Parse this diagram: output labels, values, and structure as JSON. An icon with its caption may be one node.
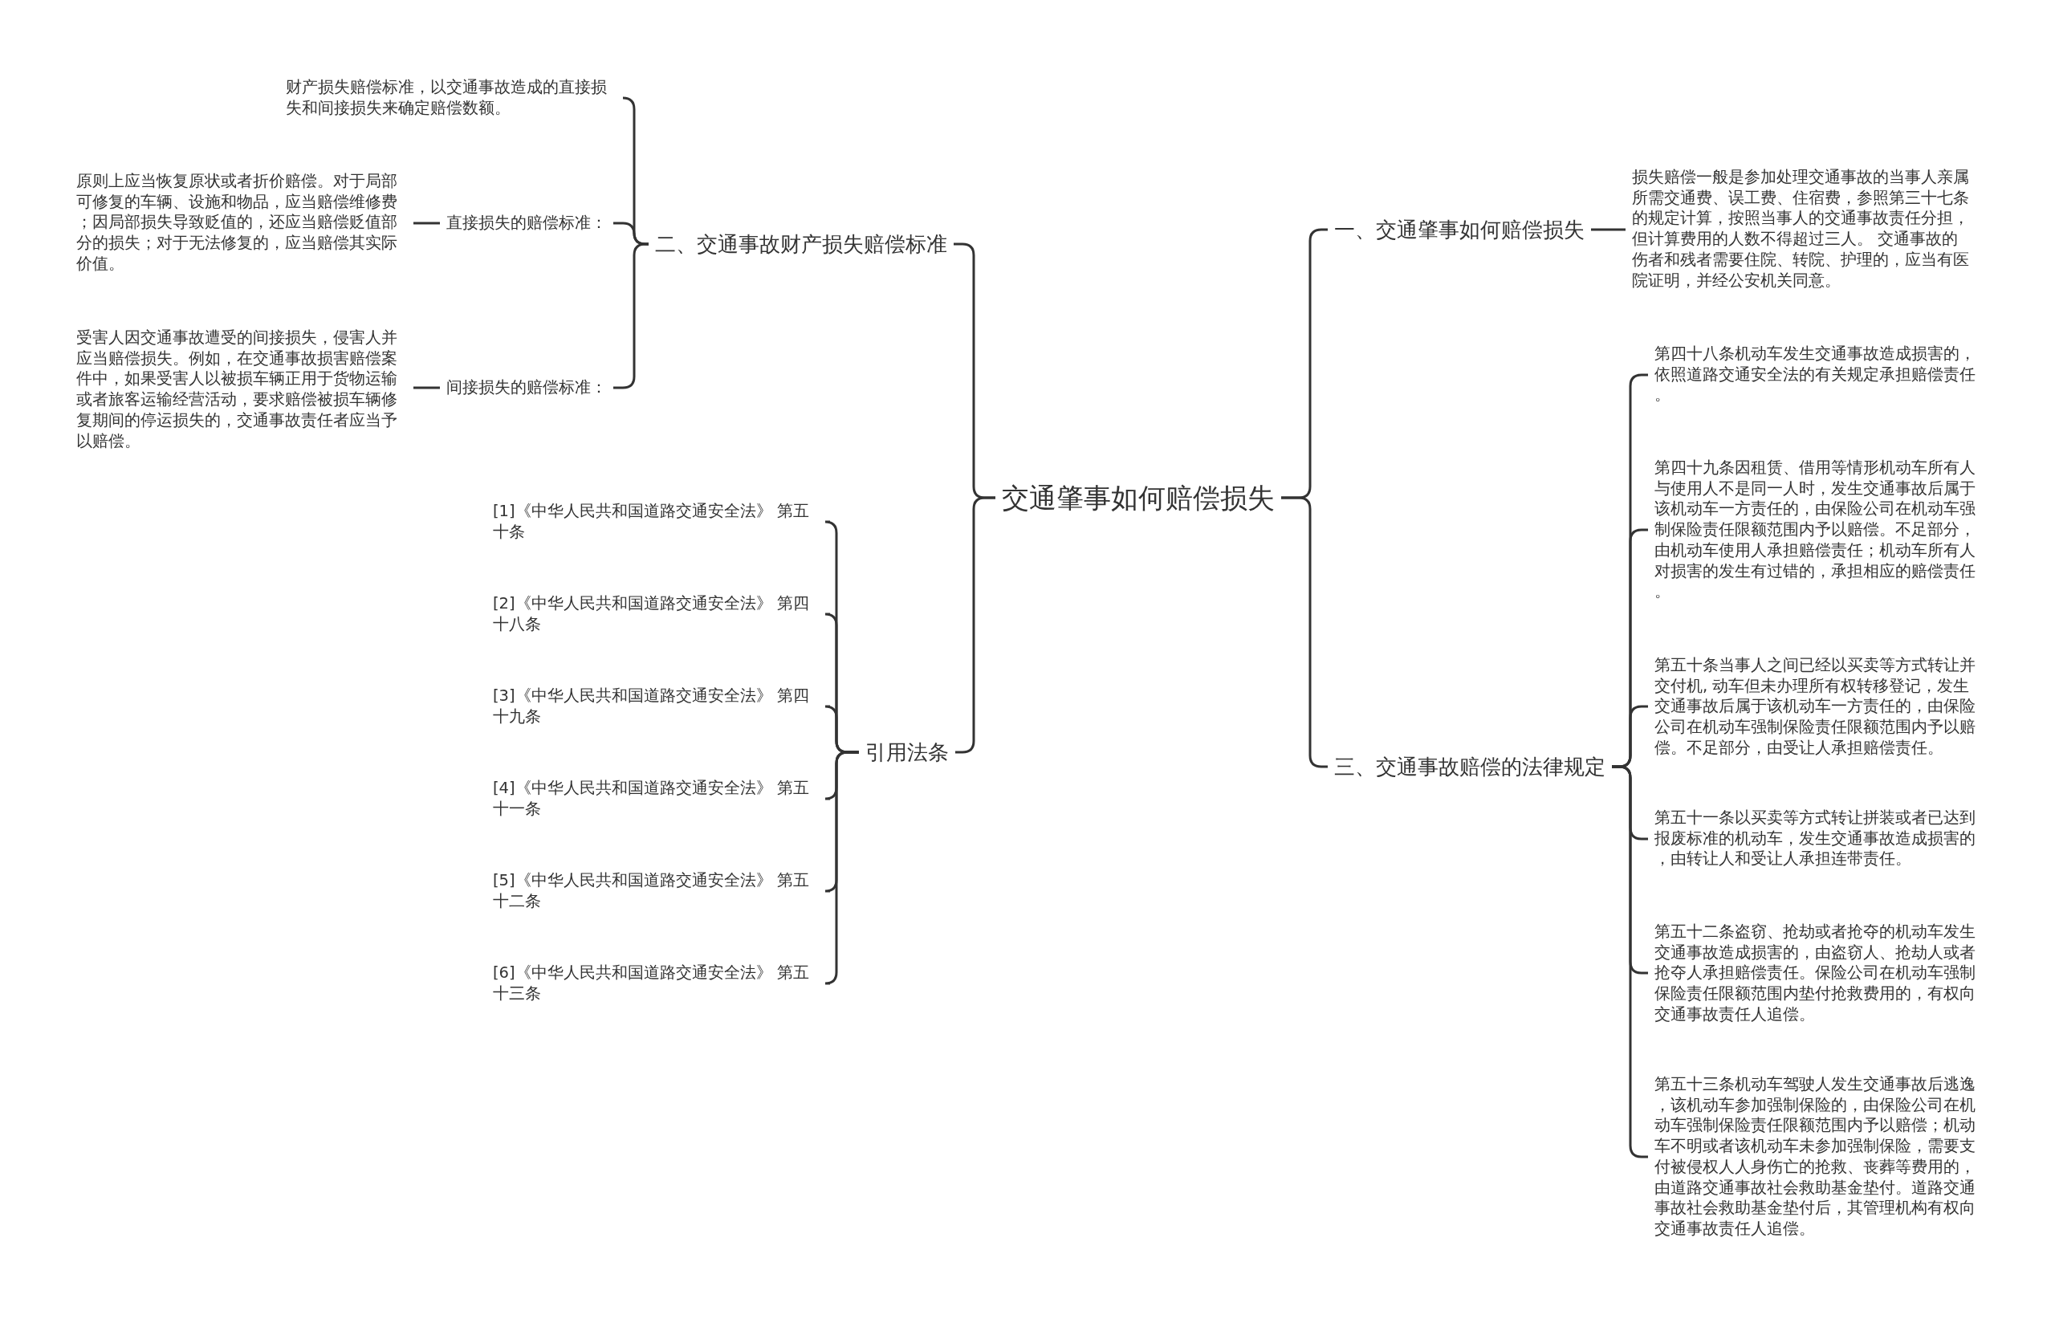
{
  "diagram": {
    "nodes": [
      {
        "text": [
          "交通肇事如何赔偿损失"
        ]
      },
      {
        "text": [
          "一、交通肇事如何赔偿损失"
        ]
      },
      {
        "text": [
          "损失赔偿一般是参加处理交通事故的当事人亲属所需交通费、误工费、住宿费，参照第三十七条的规定计算，按照当事人的交通事故责任分担，但计算费用的人数不得超过三人。 交通事故的伤者和残者需要住院、转院、护理的，应当有医院证明，并经公安机关同意。"
        ]
      },
      {
        "text": [
          "三、交通事故赔偿的法律规定"
        ]
      },
      {
        "text": [
          "第四十八条机动车发生交通事故造成损害的，依照道路交通安全法的有关规定承担赔偿责任。"
        ]
      },
      {
        "text": [
          "第四十九条因租赁、借用等情形机动车所有人与使用人不是同一人时，发生交通事故后属于该机动车一方责任的，由保险公司在机动车强制保险责任限额范围内予以赔偿。不足部分，由机动车使用人承担赔偿责任；机动车所有人对损害的发生有过错的，承担相应的赔偿责任。"
        ]
      },
      {
        "text": [
          "第五十条当事人之间已经以买卖等方式转让并交付机, 动车但未办理所有权转移登记，发生交通事故后属于该机动车一方责任的，由保险公司在机动车强制保险责任限额范围内予以赔偿。不足部分，由受让人承担赔偿责任。"
        ]
      },
      {
        "text": [
          "第五十一条以买卖等方式转让拼装或者已达到报废标准的机动车，发生交通事故造成损害的，由转让人和受让人承担连带责任。"
        ]
      },
      {
        "text": [
          "第五十二条盗窃、抢劫或者抢夺的机动车发生交通事故造成损害的，由盗窃人、抢劫人或者抢夺人承担赔偿责任。保险公司在机动车强制保险责任限额范围内垫付抢救费用的，有权向交通事故责任人追偿。"
        ]
      },
      {
        "text": [
          "第五十三条机动车驾驶人发生交通事故后逃逸，该机动车参加强制保险的，由保险公司在机动车强制保险责任限额范围内予以赔偿；机动车不明或者该机动车未参加强制保险，需要支付被侵权人人身伤亡的抢救、丧葬等费用的，由道路交通事故社会救助基金垫付。道路交通事故社会救助基金垫付后，其管理机构有权向交通事故责任人追偿。"
        ]
      },
      {
        "text": [
          "二、交通事故财产损失赔偿标准"
        ]
      },
      {
        "text": [
          "财产损失赔偿标准，以交通事故造成的直接损失和间接损失来确定赔偿数额。"
        ]
      },
      {
        "text": [
          "直接损失的赔偿标准："
        ]
      },
      {
        "text": [
          "原则上应当恢复原状或者折价赔偿。对于局部可修复的车辆、设施和物品，应当赔偿维修费；因局部损失导致贬值的，还应当赔偿贬值部分的损失；对于无法修复的，应当赔偿其实际价值。"
        ]
      },
      {
        "text": [
          "间接损失的赔偿标准："
        ]
      },
      {
        "text": [
          "受害人因交通事故遭受的间接损失，侵害人并应当赔偿损失。例如，在交通事故损害赔偿案件中，如果受害人以被损车辆正用于货物运输或者旅客运输经营活动，要求赔偿被损车辆修复期间的停运损失的，交通事故责任者应当予以赔偿。"
        ]
      },
      {
        "text": [
          "引用法条"
        ]
      },
      {
        "text": [
          "[1]《中华人民共和国道路交通安全法》 第五十条"
        ]
      },
      {
        "text": [
          "[2]《中华人民共和国道路交通安全法》 第四十八条"
        ]
      },
      {
        "text": [
          "[3]《中华人民共和国道路交通安全法》 第四十九条"
        ]
      },
      {
        "text": [
          "[4]《中华人民共和国道路交通安全法》 第五十一条"
        ]
      },
      {
        "text": [
          "[5]《中华人民共和国道路交通安全法》 第五十二条"
        ]
      },
      {
        "text": [
          "[6]《中华人民共和国道路交通安全法》 第五十三条"
        ]
      }
    ],
    "edges": [
      {
        "from": 0,
        "to": 1,
        "arrow": "none"
      },
      {
        "from": 1,
        "to": 2,
        "arrow": "none"
      },
      {
        "from": 0,
        "to": 3,
        "arrow": "none"
      },
      {
        "from": 3,
        "to": 4,
        "arrow": "none"
      },
      {
        "from": 3,
        "to": 5,
        "arrow": "none"
      },
      {
        "from": 3,
        "to": 6,
        "arrow": "none"
      },
      {
        "from": 3,
        "to": 7,
        "arrow": "none"
      },
      {
        "from": 3,
        "to": 8,
        "arrow": "none"
      },
      {
        "from": 3,
        "to": 9,
        "arrow": "none"
      },
      {
        "from": 0,
        "to": 10,
        "arrow": "none"
      },
      {
        "from": 10,
        "to": 11,
        "arrow": "none"
      },
      {
        "from": 10,
        "to": 12,
        "arrow": "none"
      },
      {
        "from": 12,
        "to": 13,
        "arrow": "none"
      },
      {
        "from": 10,
        "to": 14,
        "arrow": "none"
      },
      {
        "from": 14,
        "to": 15,
        "arrow": "none"
      },
      {
        "from": 0,
        "to": 16,
        "arrow": "none"
      },
      {
        "from": 16,
        "to": 17,
        "arrow": "none"
      },
      {
        "from": 16,
        "to": 18,
        "arrow": "none"
      },
      {
        "from": 16,
        "to": 19,
        "arrow": "none"
      },
      {
        "from": 16,
        "to": 20,
        "arrow": "none"
      },
      {
        "from": 16,
        "to": 21,
        "arrow": "none"
      },
      {
        "from": 16,
        "to": 22,
        "arrow": "none"
      }
    ]
  }
}
